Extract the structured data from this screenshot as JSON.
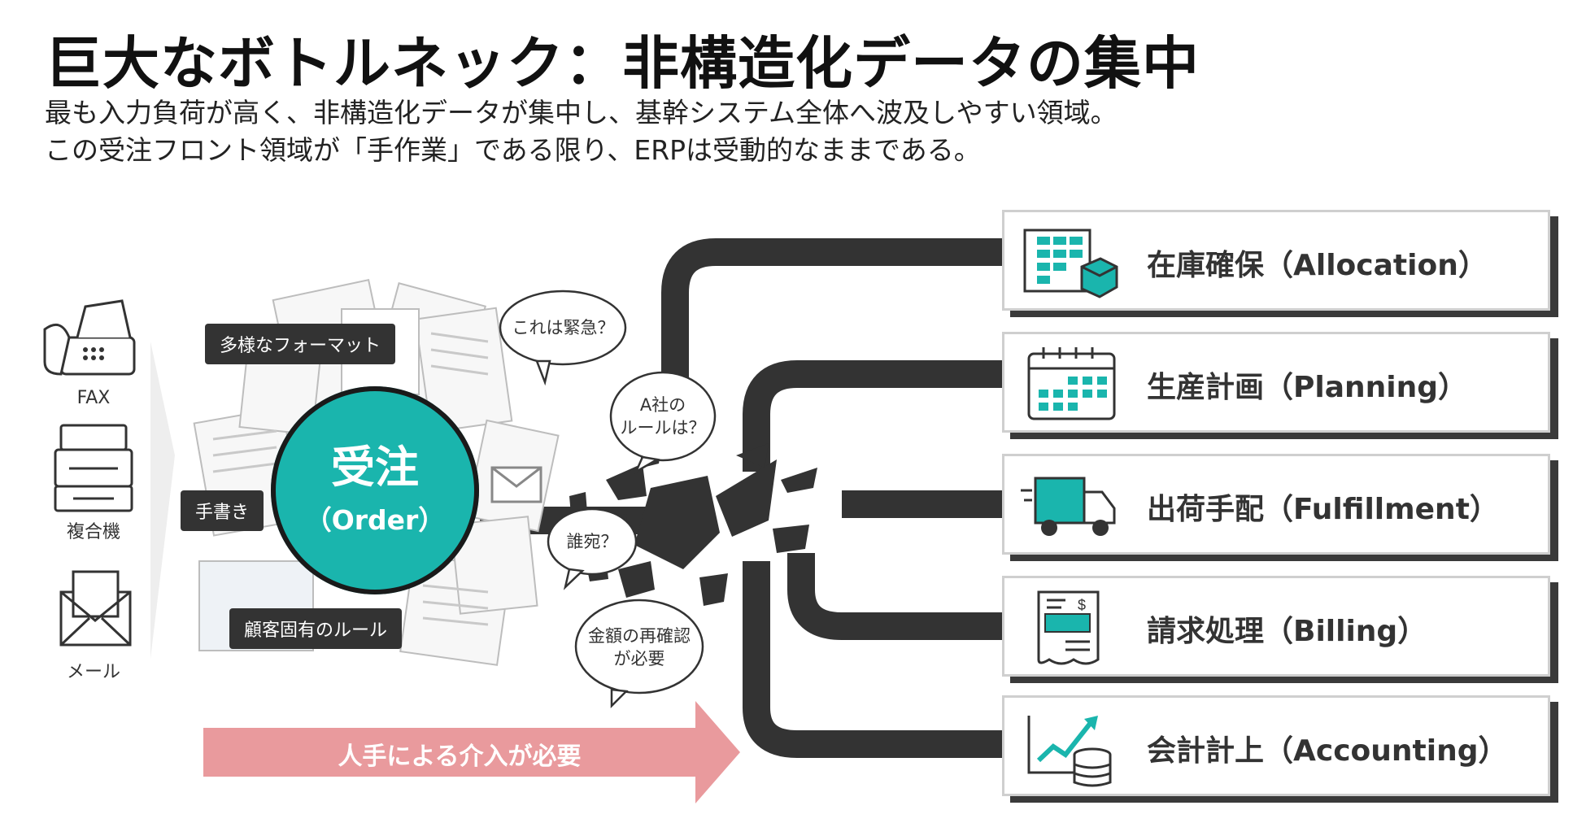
{
  "title": "巨大なボトルネック：非構造化データの集中",
  "subtitle_lines": [
    "最も入力負荷が高く、非構造化データが集中し、基幹システム全体へ波及しやすい領域。",
    "この受注フロント領域が「手作業」である限り、ERPは受動的なままである。"
  ],
  "inputs": [
    {
      "label": "FAX",
      "icon": "fax-icon"
    },
    {
      "label": "複合機",
      "icon": "printer-icon"
    },
    {
      "label": "メール",
      "icon": "mail-icon"
    }
  ],
  "tags": {
    "formats": "多様なフォーマット",
    "handwriting": "手書き",
    "customer_rules": "顧客固有のルール"
  },
  "order": {
    "jp": "受注",
    "en": "（Order）"
  },
  "bubbles": {
    "urgent": "これは緊急？",
    "rules_a": "A社の",
    "rules_b": "ルールは？",
    "who": "誰宛？",
    "amount_a": "金額の再確認",
    "amount_b": "が必要"
  },
  "arrow_label": "人手による介入が必要",
  "destinations": [
    {
      "label": "在庫確保（Allocation）",
      "icon": "inventory-icon"
    },
    {
      "label": "生産計画（Planning）",
      "icon": "calendar-icon"
    },
    {
      "label": "出荷手配（Fulfillment）",
      "icon": "truck-icon"
    },
    {
      "label": "請求処理（Billing）",
      "icon": "invoice-icon"
    },
    {
      "label": "会計計上（Accounting）",
      "icon": "growth-chart-icon"
    }
  ],
  "colors": {
    "teal": "#1ab5ad",
    "pink": "#e99a9d",
    "dark": "#333333"
  }
}
